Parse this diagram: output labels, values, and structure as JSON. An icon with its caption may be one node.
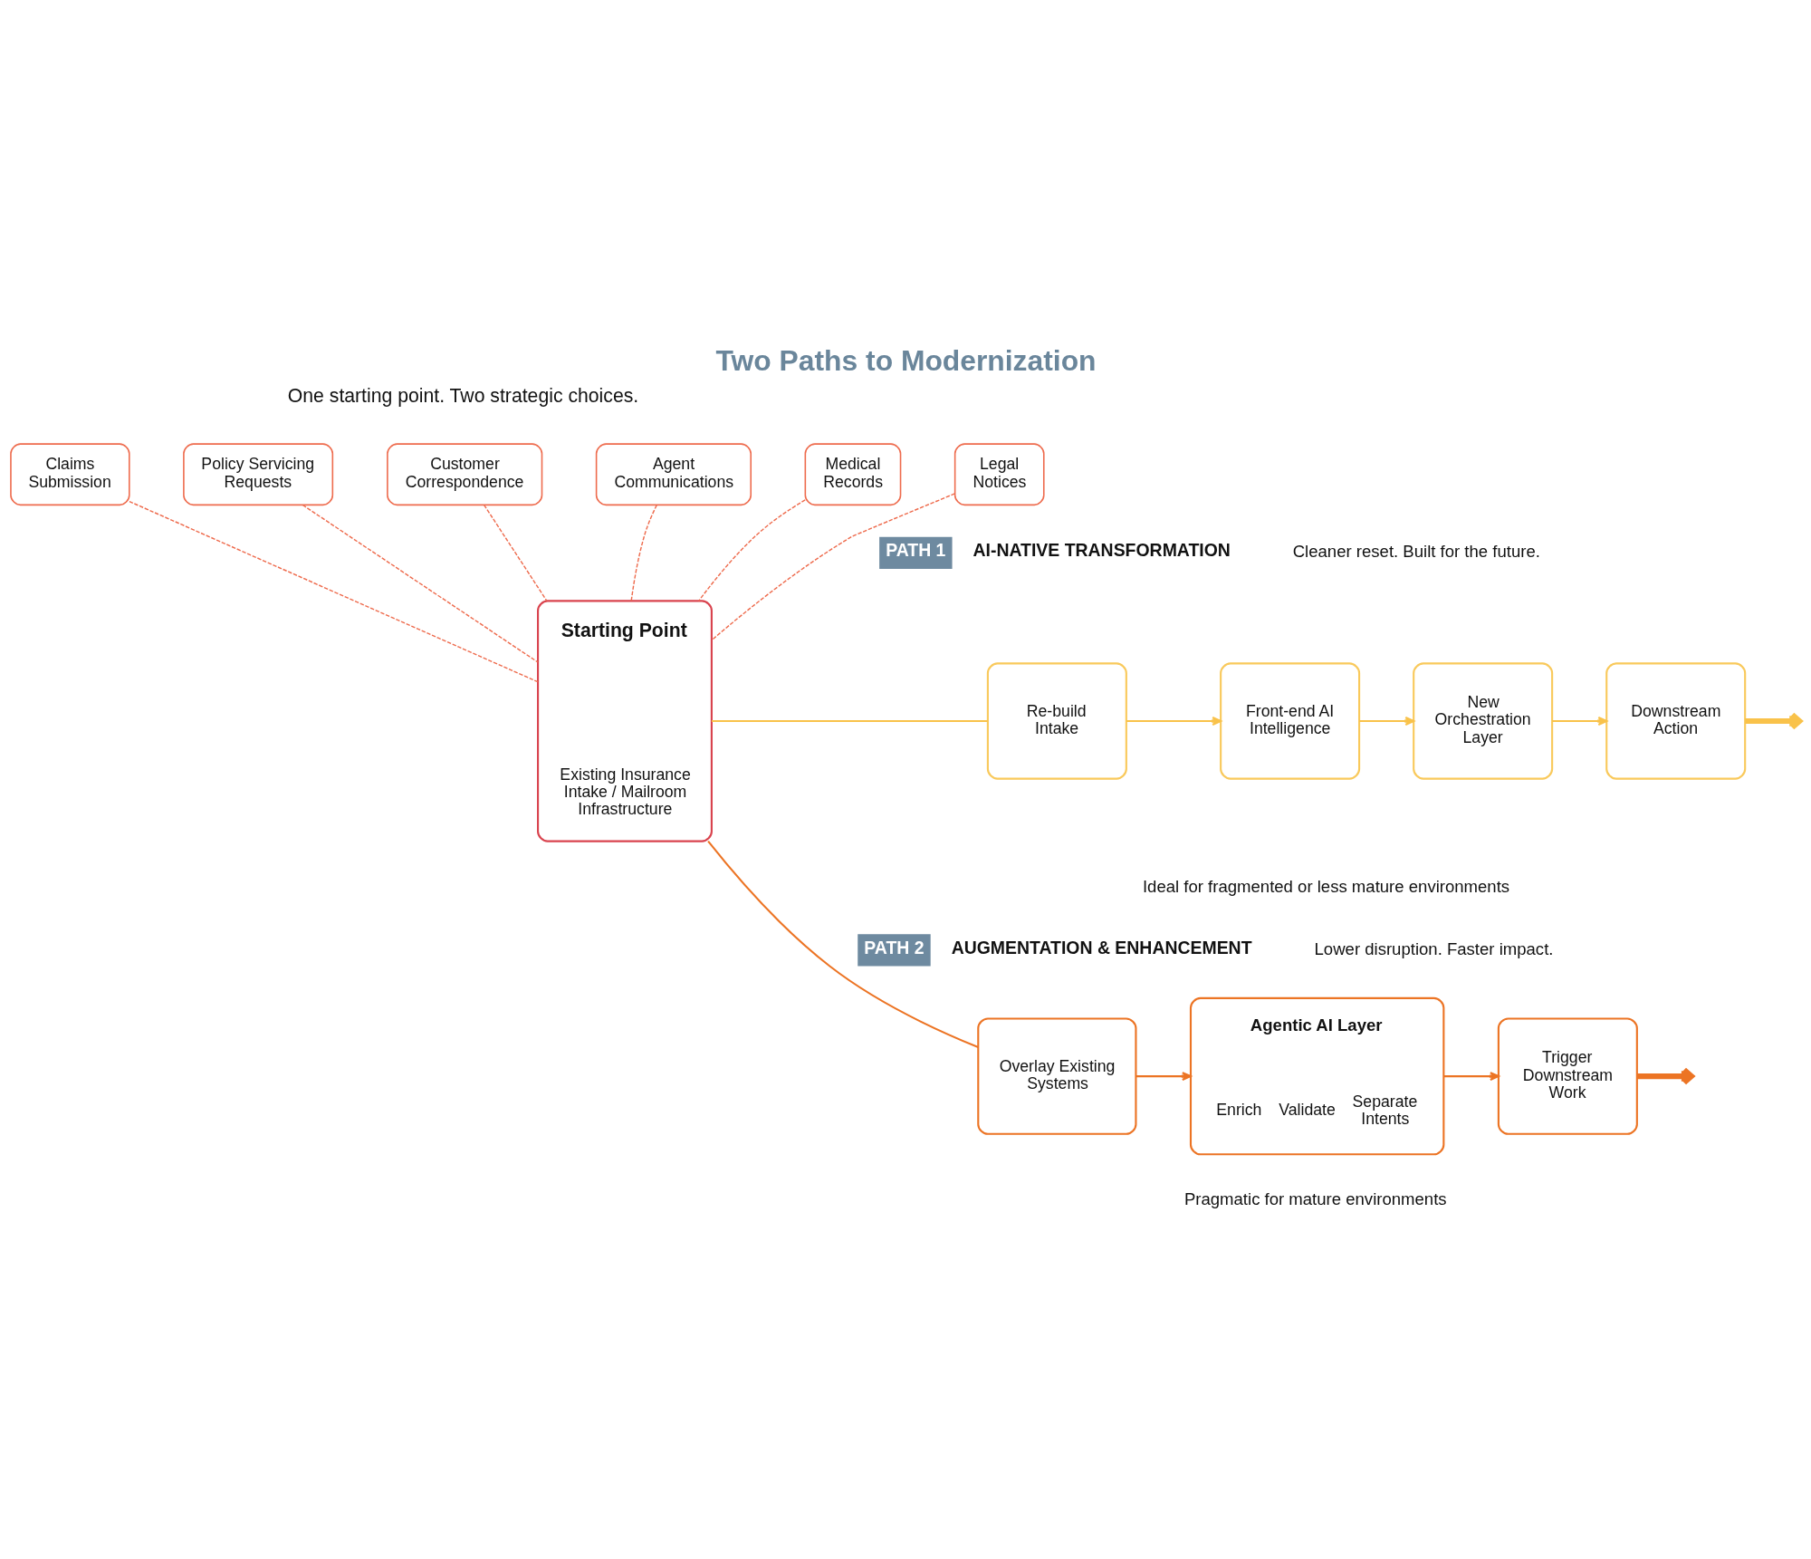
{
  "diagram": {
    "title": "Two Paths to Modernization",
    "nodes": [
      {
        "text": [
          "Claims Submission"
        ]
      },
      {
        "text": [
          "Policy Servicing Requests"
        ]
      },
      {
        "text": [
          "Customer Correspondence"
        ]
      },
      {
        "text": [
          "Agent Communications"
        ]
      },
      {
        "text": [
          "Medical Records"
        ]
      },
      {
        "text": [
          "Legal Notices"
        ]
      },
      {
        "text": [
          "Starting Point",
          "Existing Insurance Intake / Mailroom Infrastructure"
        ]
      },
      {
        "text": [
          "PATH 1"
        ],
        "beside": [
          "AI-NATIVE TRANSFORMATION"
        ]
      },
      {
        "text": [
          "Re-build Intake"
        ]
      },
      {
        "text": [
          "Front-end AI Intelligence"
        ]
      },
      {
        "text": [
          "New Orchestration Layer"
        ]
      },
      {
        "text": [
          "Downstream Action"
        ]
      },
      {
        "text": [
          "PATH 2"
        ],
        "beside": [
          "AUGMENTATION & ENHANCEMENT"
        ]
      },
      {
        "text": [
          "Overlay Existing Systems"
        ]
      },
      {
        "text": [
          "Agentic AI Layer",
          "Enrich",
          "Validate",
          "Separate Intents"
        ]
      },
      {
        "text": [
          "Trigger Downstream Work"
        ]
      }
    ],
    "edges": [
      {
        "from": 0,
        "to": 6,
        "arrow": "none",
        "style": "dashed"
      },
      {
        "from": 1,
        "to": 6,
        "arrow": "none",
        "style": "dashed"
      },
      {
        "from": 2,
        "to": 6,
        "arrow": "none",
        "style": "dashed"
      },
      {
        "from": 3,
        "to": 6,
        "arrow": "none",
        "style": "dashed"
      },
      {
        "from": 4,
        "to": 6,
        "arrow": "none",
        "style": "dashed"
      },
      {
        "from": 5,
        "to": 6,
        "arrow": "none",
        "style": "dashed"
      },
      {
        "from": 6,
        "to": 8,
        "arrow": "none",
        "color": "#f9c24a"
      },
      {
        "from": 6,
        "to": 13,
        "arrow": "none",
        "color": "#ec7424"
      },
      {
        "from": 8,
        "to": 9,
        "arrow": "to",
        "color": "#f9c24a"
      },
      {
        "from": 9,
        "to": 10,
        "arrow": "to",
        "color": "#f9c24a"
      },
      {
        "from": 10,
        "to": 11,
        "arrow": "to",
        "color": "#f9c24a"
      },
      {
        "from": 11,
        "to": null,
        "arrow": "to",
        "style": "thick",
        "color": "#f9c24a"
      },
      {
        "from": 13,
        "to": 14,
        "arrow": "to",
        "color": "#ec7424"
      },
      {
        "from": 14,
        "to": 15,
        "arrow": "to",
        "color": "#ec7424"
      },
      {
        "from": 15,
        "to": null,
        "arrow": "to",
        "style": "thick",
        "color": "#ec7424"
      }
    ],
    "labels": [
      "One starting point. Two strategic choices.",
      "Cleaner reset. Built for the future.",
      "Ideal for fragmented or less mature environments",
      "Lower disruption. Faster impact.",
      "Pragmatic for mature environments"
    ]
  }
}
